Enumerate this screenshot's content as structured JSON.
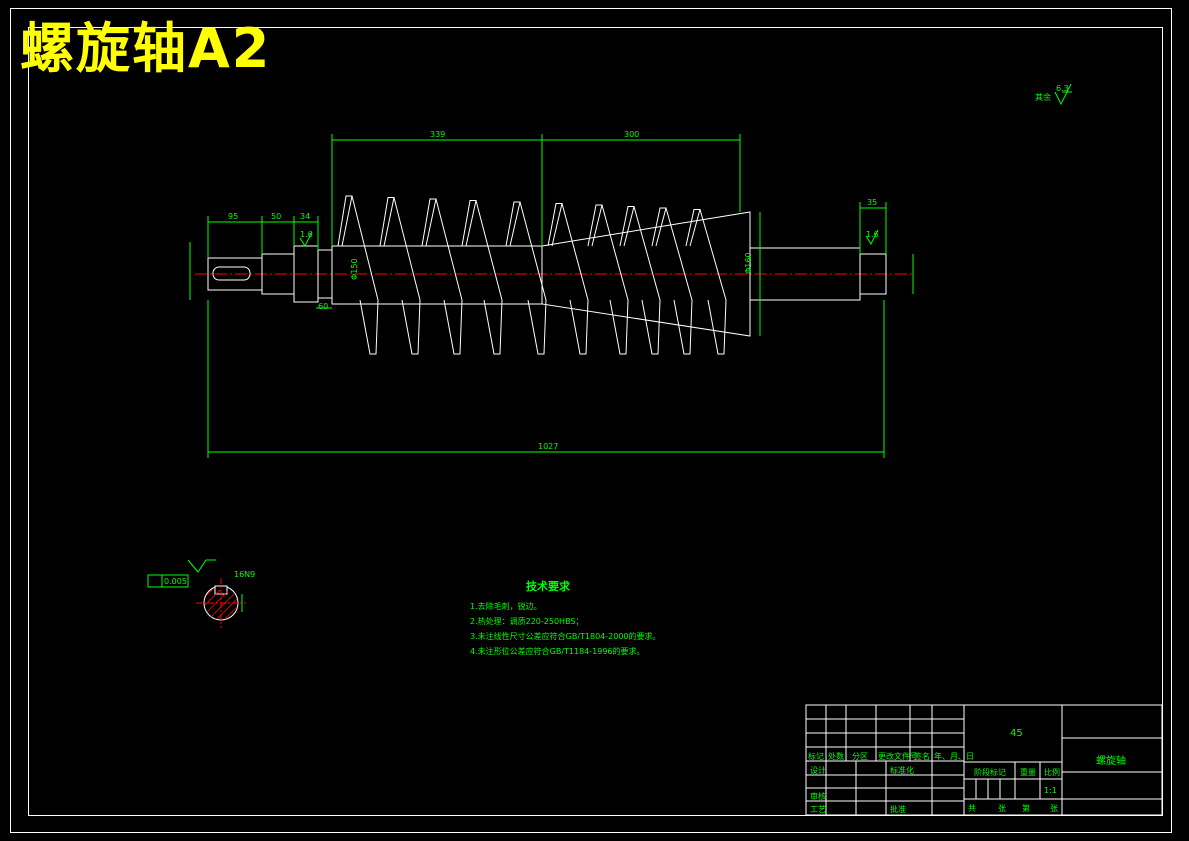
{
  "title": "螺旋轴A2",
  "dimensions": {
    "d_339": "339",
    "d_300": "300",
    "d_95": "95",
    "d_50": "50",
    "d_34": "34",
    "d_35": "35",
    "d_1027": "1027",
    "d_60": "60",
    "d_d160": "Φ160",
    "d_d150": "Φ150",
    "d_1_6a": "1.6",
    "d_1_6b": "1.6",
    "roughness_other": "其余",
    "roughness_val": "6.3",
    "key_tol": "0.005",
    "key_dim": "16N9"
  },
  "tech_requirements": {
    "heading": "技术要求",
    "items": [
      "1.去除毛刺，锐边。",
      "2.热处理：调质220-250HBS；",
      "3.未注线性尺寸公差应符合GB/T1804-2000的要求。",
      "4.未注形位公差应符合GB/T1184-1996的要求。"
    ]
  },
  "title_block": {
    "material": "45",
    "part_name": "螺旋轴",
    "scale": "1:1",
    "labels": {
      "mark": "标记",
      "count": "处数",
      "zone": "分区",
      "doc_no": "更改文件号",
      "sign": "签名",
      "date": "年、月、日",
      "design": "设计",
      "standard": "标准化",
      "stage_mark": "阶段标记",
      "weight": "重量",
      "ratio": "比例",
      "review": "审核",
      "craft": "工艺",
      "approve": "批准",
      "total": "共",
      "sheets": "张",
      "page": "第",
      "page_sheet": "张"
    }
  },
  "colors": {
    "line": "#00ff00",
    "outline": "#ffffff",
    "center": "#ff0000",
    "title": "#ffff00",
    "background": "#000000"
  }
}
